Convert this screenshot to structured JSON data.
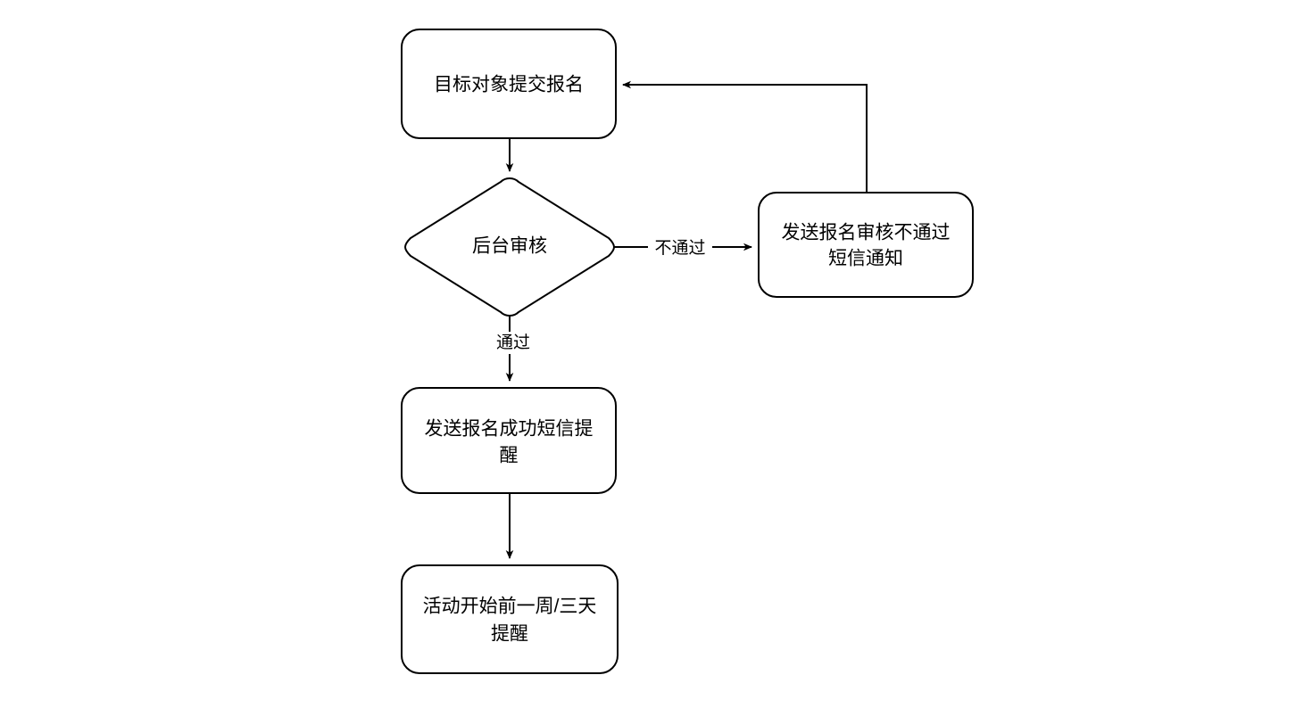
{
  "diagram": {
    "type": "flowchart",
    "orientation": "top-to-bottom",
    "background_color": "#ffffff",
    "stroke_color": "#000000",
    "fill_color": "#ffffff",
    "nodes": [
      {
        "id": "submit",
        "shape": "rounded-rectangle",
        "label": "目标对象提交报名",
        "lines": [
          "目标对象提交报名"
        ]
      },
      {
        "id": "review",
        "shape": "diamond",
        "label": "后台审核",
        "lines": [
          "后台审核"
        ]
      },
      {
        "id": "reject-sms",
        "shape": "rounded-rectangle",
        "label": "发送报名审核不通过短信通知",
        "lines": [
          "发送报名审核不通过",
          "短信通知"
        ]
      },
      {
        "id": "success-sms",
        "shape": "rounded-rectangle",
        "label": "发送报名成功短信提醒",
        "lines": [
          "发送报名成功短信提",
          "醒"
        ]
      },
      {
        "id": "event-reminder",
        "shape": "rounded-rectangle",
        "label": "活动开始前一周/三天提醒",
        "lines": [
          "活动开始前一周/三天",
          "提醒"
        ]
      }
    ],
    "edges": [
      {
        "id": "submit-to-review",
        "from": "submit",
        "to": "review",
        "label": ""
      },
      {
        "id": "review-to-reject",
        "from": "review",
        "to": "reject-sms",
        "label": "不通过"
      },
      {
        "id": "review-to-success",
        "from": "review",
        "to": "success-sms",
        "label": "通过"
      },
      {
        "id": "success-to-reminder",
        "from": "success-sms",
        "to": "event-reminder",
        "label": ""
      },
      {
        "id": "reject-back-to-submit",
        "from": "reject-sms",
        "to": "submit",
        "label": ""
      }
    ]
  }
}
